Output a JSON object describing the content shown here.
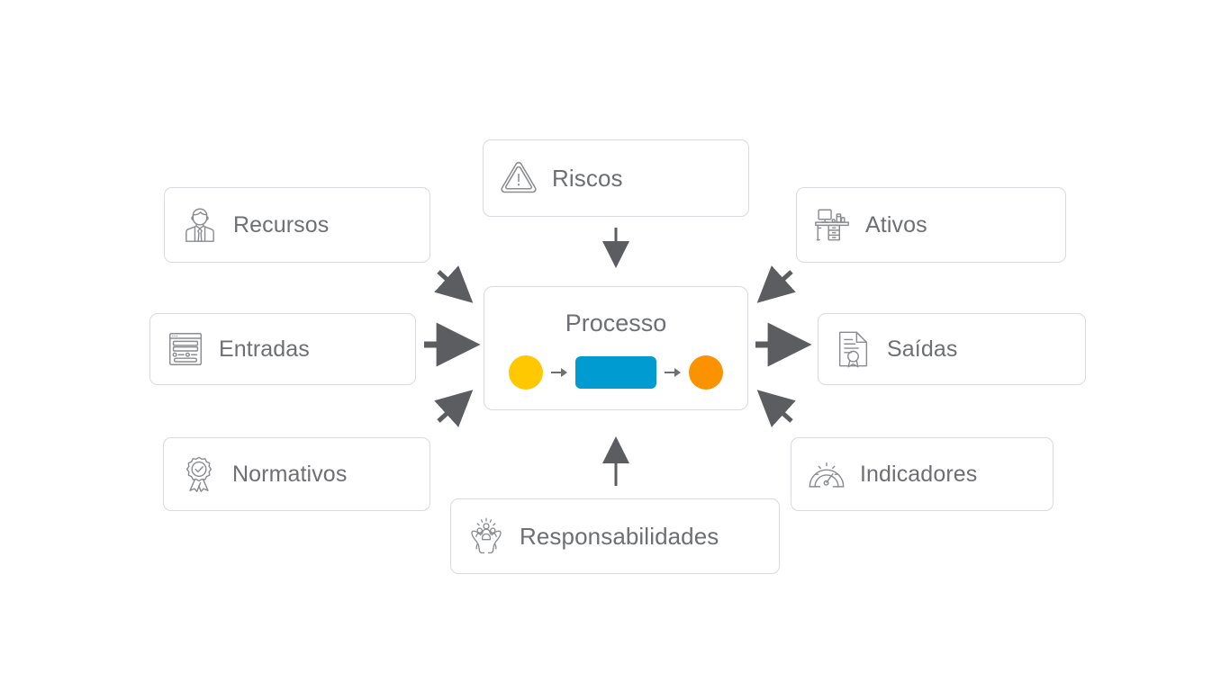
{
  "diagram": {
    "title": "Processo",
    "center": {
      "label": "Processo",
      "flow": {
        "start_shape": "circle",
        "start_color": "#FFC800",
        "middle_shape": "rounded-rectangle",
        "middle_color": "#009BD0",
        "end_shape": "circle",
        "end_color": "#FB9200",
        "connector_color": "#6D6F73"
      }
    },
    "nodes": [
      {
        "id": "recursos",
        "label": "Recursos",
        "icon": "person-tie-icon",
        "position": "top-left",
        "arrow": "into-center"
      },
      {
        "id": "entradas",
        "label": "Entradas",
        "icon": "form-window-icon",
        "position": "middle-left",
        "arrow": "into-center"
      },
      {
        "id": "normativos",
        "label": "Normativos",
        "icon": "award-ribbon-check-icon",
        "position": "bottom-left",
        "arrow": "into-center"
      },
      {
        "id": "riscos",
        "label": "Riscos",
        "icon": "warning-triangle-icon",
        "position": "top-center",
        "arrow": "into-center"
      },
      {
        "id": "responsabilidades",
        "label": "Responsabilidades",
        "icon": "hands-people-icon",
        "position": "bottom-center",
        "arrow": "into-center"
      },
      {
        "id": "ativos",
        "label": "Ativos",
        "icon": "desk-computer-icon",
        "position": "top-right",
        "arrow": "into-center"
      },
      {
        "id": "saidas",
        "label": "Saídas",
        "icon": "certificate-seal-icon",
        "position": "middle-right",
        "arrow": "out-of-center"
      },
      {
        "id": "indicadores",
        "label": "Indicadores",
        "icon": "gauge-icon",
        "position": "bottom-right",
        "arrow": "into-center"
      }
    ],
    "colors": {
      "background": "#FFFFFF",
      "card_border": "#D8DADE",
      "card_background": "#FFFFFF",
      "text": "#6D6F73",
      "icon_stroke": "#8A8C90",
      "arrow": "#5B5D60",
      "accent_yellow": "#FFC800",
      "accent_blue": "#009BD0",
      "accent_orange": "#FB9200"
    }
  }
}
